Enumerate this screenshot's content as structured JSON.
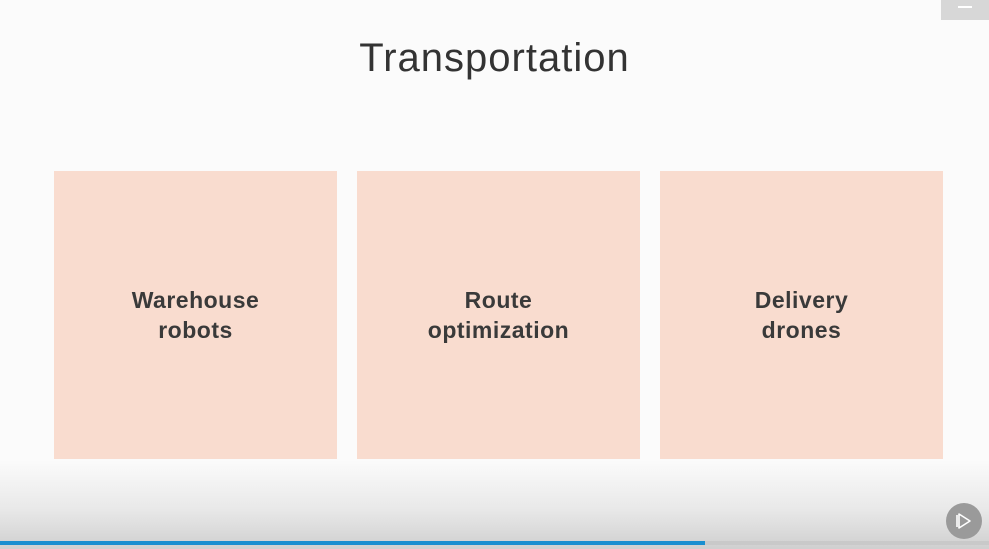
{
  "slide": {
    "title": "Transportation",
    "cards": [
      {
        "line1": "Warehouse",
        "line2": "robots"
      },
      {
        "line1": "Route",
        "line2": "optimization"
      },
      {
        "line1": "Delivery",
        "line2": "drones"
      }
    ]
  },
  "player": {
    "progress_fraction": 0.713,
    "play_icon": "play-icon",
    "menu_icon": "menu-icon"
  },
  "colors": {
    "card_background": "#f9dccf",
    "progress_fill": "#1a8fd0",
    "background": "#fbfbfb"
  }
}
